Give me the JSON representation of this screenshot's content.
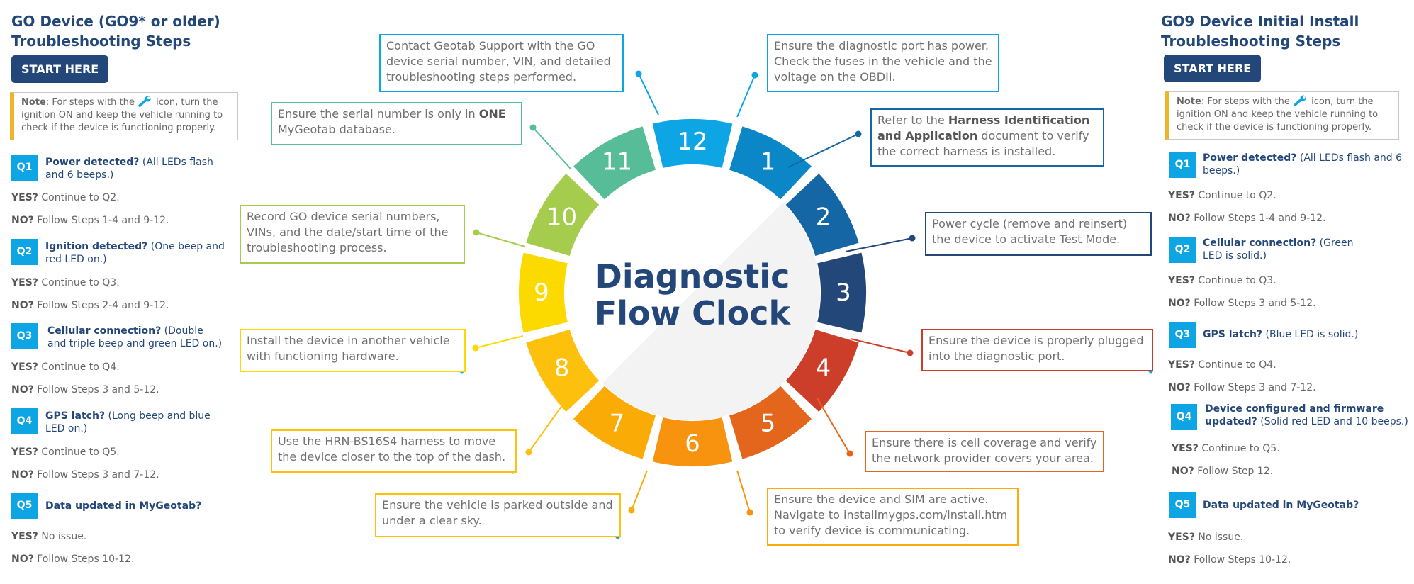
{
  "left": {
    "title_line1": "GO Device (GO9* or older)",
    "title_line2": "Troubleshooting Steps",
    "start": "START HERE",
    "note_label": "Note",
    "note_pre": ": For steps with the",
    "note_post": "icon, turn the ignition ON and keep the vehicle running to check if the device is functioning properly.",
    "questions": [
      {
        "id": "Q1",
        "q": "Power detected?",
        "detail": "(All LEDs flash and 6 beeps.)",
        "yes": "Continue to Q2.",
        "no": "Follow Steps 1-4 and 9-12."
      },
      {
        "id": "Q2",
        "q": "Ignition detected?",
        "detail": "(One beep and red LED on.)",
        "yes": "Continue to Q3.",
        "no": "Follow Steps 2-4 and 9-12."
      },
      {
        "id": "Q3",
        "q": "Cellular connection?",
        "detail": "(Double and triple beep and green LED on.)",
        "yes": "Continue to Q4.",
        "no": "Follow Steps 3 and 5-12."
      },
      {
        "id": "Q4",
        "q": "GPS latch?",
        "detail": "(Long beep and blue LED on.)",
        "yes": "Continue to Q5.",
        "no": "Follow Steps 3 and 7-12."
      },
      {
        "id": "Q5",
        "q": "Data updated in MyGeotab?",
        "detail": "",
        "yes": "No issue.",
        "no": "Follow Steps 10-12."
      }
    ]
  },
  "right": {
    "title_line1": "GO9 Device Initial Install",
    "title_line2": "Troubleshooting Steps",
    "start": "START HERE",
    "note_label": "Note",
    "note_pre": ": For steps with the",
    "note_post": "icon, turn the ignition ON and keep the vehicle running to check if the device is functioning properly.",
    "questions": [
      {
        "id": "Q1",
        "q": "Power detected?",
        "detail": "(All LEDs flash and 6 beeps.)",
        "yes": "Continue to Q2.",
        "no": "Follow Steps 1-4 and 9-12."
      },
      {
        "id": "Q2",
        "q": "Cellular connection?",
        "detail": "(Green LED is solid.)",
        "yes": "Continue to Q3.",
        "no": "Follow Steps 3 and 5-12."
      },
      {
        "id": "Q3",
        "q": "GPS latch?",
        "detail": "(Blue LED is solid.)",
        "yes": "Continue to Q4.",
        "no": "Follow Steps 3 and 7-12."
      },
      {
        "id": "Q4",
        "q": "Device configured and firmware updated?",
        "detail": "(Solid red LED and 10 beeps.)",
        "yes": "Continue to Q5.",
        "no": "Follow Step 12."
      },
      {
        "id": "Q5",
        "q": "Data updated in MyGeotab?",
        "detail": "",
        "yes": "No issue.",
        "no": "Follow Steps 10-12."
      }
    ]
  },
  "yes_label": "YES?",
  "no_label": "NO?",
  "center": {
    "line1": "Diagnostic",
    "line2": "Flow Clock"
  },
  "segments": [
    {
      "n": "12",
      "color": "#0ea5e5"
    },
    {
      "n": "1",
      "color": "#0b87c8"
    },
    {
      "n": "2",
      "color": "#1566a5"
    },
    {
      "n": "3",
      "color": "#24477a"
    },
    {
      "n": "4",
      "color": "#cc3e2a"
    },
    {
      "n": "5",
      "color": "#e4661c"
    },
    {
      "n": "6",
      "color": "#f7930f"
    },
    {
      "n": "7",
      "color": "#fbab06"
    },
    {
      "n": "8",
      "color": "#fcc00d"
    },
    {
      "n": "9",
      "color": "#fcda00"
    },
    {
      "n": "10",
      "color": "#a6cc4d"
    },
    {
      "n": "11",
      "color": "#57bd98"
    }
  ],
  "steps": {
    "s12": "Contact Geotab Support with the GO device serial number, VIN, and detailed troubleshooting steps performed.",
    "s1": "Ensure the diagnostic port has power. Check the fuses in the vehicle and the voltage on the OBDII.",
    "s2_pre": "Refer to the",
    "s2_bold": "Harness Identification and Application",
    "s2_post": "document to verify the correct harness is installed.",
    "s3": "Power cycle (remove and reinsert) the device to activate Test Mode.",
    "s4": "Ensure the device is properly plugged into the diagnostic port.",
    "s5": "Ensure there is cell coverage and verify the network provider covers your area.",
    "s6_pre": "Ensure the device and SIM are active. Navigate to",
    "s6_link": "installmygps.com/install.htm",
    "s6_post": "to verify device is communicating.",
    "s7": "Ensure the vehicle is parked outside and under a clear sky.",
    "s8": "Use the HRN-BS16S4 harness to move the device closer to the top of the dash.",
    "s9": "Install the device in another vehicle with functioning hardware.",
    "s10": "Record GO device serial numbers, VINs, and the date/start time of the troubleshooting process.",
    "s11_pre": "Ensure the serial number is only in",
    "s11_bold": "ONE",
    "s11_post": "MyGeotab database."
  }
}
